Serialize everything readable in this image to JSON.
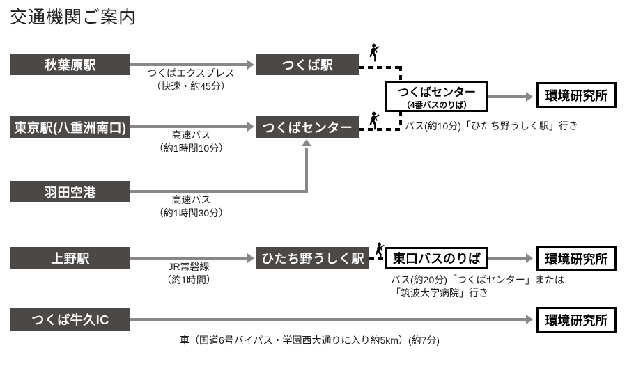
{
  "page": {
    "title": "交通機関ご案内"
  },
  "nodes": {
    "akihabara": "秋葉原駅",
    "tsukuba_station": "つくば駅",
    "tsukuba_center_stop_main": "つくばセンター",
    "tsukuba_center_stop_sub": "（4番バスのりば）",
    "nies_1": "環境研究所",
    "tokyo_station": "東京駅(八重洲南口)",
    "tsukuba_center": "つくばセンター",
    "haneda": "羽田空港",
    "ueno": "上野駅",
    "hitachino_ushiku": "ひたち野うしく駅",
    "higashiguchi_bus": "東口バスのりば",
    "nies_2": "環境研究所",
    "tsukuba_ushiku_ic": "つくば牛久IC",
    "nies_3": "環境研究所"
  },
  "captions": {
    "tx_line1": "つくばエクスプレス",
    "tx_line2": "（快速・約45分）",
    "highway_bus_tokyo_line1": "高速バス",
    "highway_bus_tokyo_line2": "（約1時間10分）",
    "highway_bus_haneda_line1": "高速バス",
    "highway_bus_haneda_line2": "（約1時間30分）",
    "jr_joban_line1": "JR常磐線",
    "jr_joban_line2": "（約1時間）",
    "bus_10min": "バス(約10分)「ひたち野うしく駅」行き",
    "bus_20min_line1": "バス(約20分)「つくばセンター」または",
    "bus_20min_line2": "「筑波大学病院」行き",
    "car_route": "車（国道6号バイパス・学園西大通りに入り約5km）(約7分)"
  },
  "icons": {
    "walk_1": "pedestrian-walking-icon",
    "walk_2": "pedestrian-walking-icon",
    "walk_3": "pedestrian-walking-icon"
  },
  "colors": {
    "node_fill": "#4b4846",
    "connector_gray": "#898685",
    "text_dark": "#1a1a1a",
    "border_black": "#000000",
    "background": "#ffffff"
  }
}
